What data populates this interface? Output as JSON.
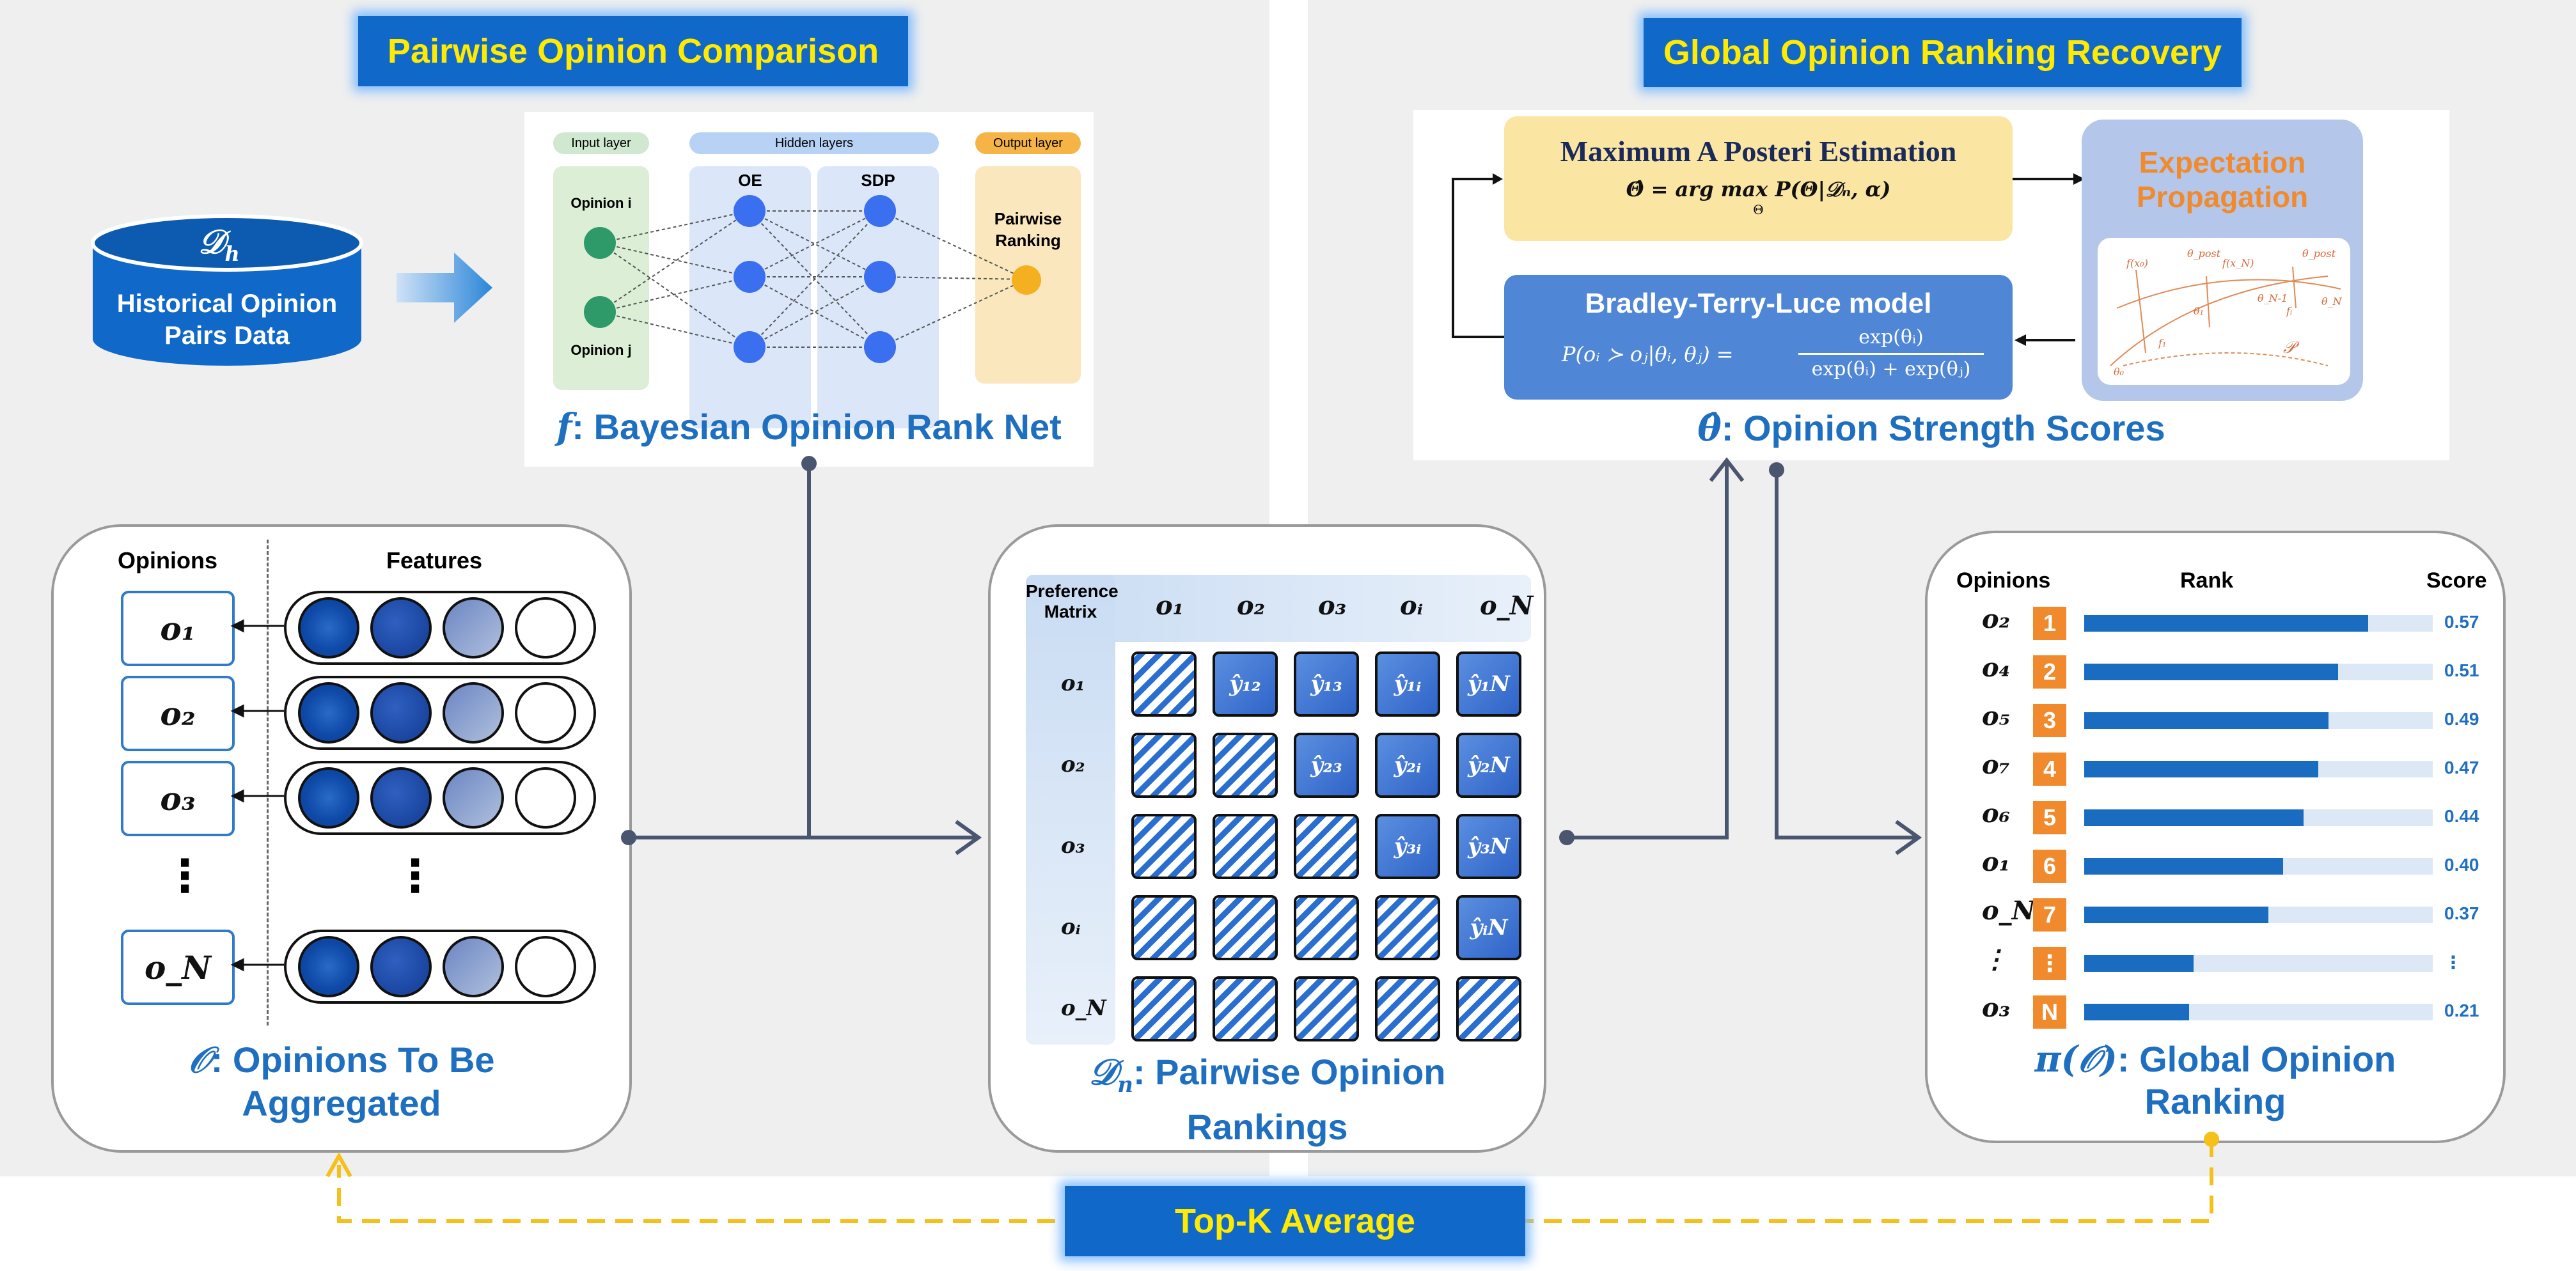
{
  "left_title": "Pairwise Opinion Comparison",
  "right_title": "Global Opinion Ranking Recovery",
  "database": {
    "symbol": "𝒟",
    "subscript": "h",
    "label_line1": "Historical Opinion",
    "label_line2": "Pairs Data"
  },
  "nn": {
    "input_tag": "Input layer",
    "hidden_tag": "Hidden layers",
    "output_tag": "Output layer",
    "oe": "OE",
    "sdp": "SDP",
    "opinion_i": "Opinion i",
    "opinion_j": "Opinion j",
    "output_line1": "Pairwise",
    "output_line2": "Ranking",
    "caption_symbol": "f",
    "caption_text": ": Bayesian Opinion Rank Net"
  },
  "opinions_card": {
    "col1": "Opinions",
    "col2": "Features",
    "items": [
      "o₁",
      "o₂",
      "o₃",
      "o_N"
    ],
    "ellipsis": "⋮",
    "caption_symbol": "𝒪",
    "caption_line1": ": Opinions To Be",
    "caption_line2": "Aggregated"
  },
  "matrix_card": {
    "corner_line1": "Preference",
    "corner_line2": "Matrix",
    "col_headers": [
      "o₁",
      "o₂",
      "o₃",
      "oᵢ",
      "o_N"
    ],
    "row_headers": [
      "o₁",
      "o₂",
      "o₃",
      "oᵢ",
      "o_N"
    ],
    "cells": [
      [
        "",
        "ŷ₁₂",
        "ŷ₁₃",
        "ŷ₁ᵢ",
        "ŷ₁N"
      ],
      [
        "",
        "",
        "ŷ₂₃",
        "ŷ₂ᵢ",
        "ŷ₂N"
      ],
      [
        "",
        "",
        "",
        "ŷ₃ᵢ",
        "ŷ₃N"
      ],
      [
        "",
        "",
        "",
        "",
        "ŷᵢN"
      ],
      [
        "",
        "",
        "",
        "",
        ""
      ]
    ],
    "caption_symbol": "𝒟",
    "caption_sub": "n",
    "caption_line1": ": Pairwise Opinion",
    "caption_line2": "Rankings"
  },
  "estimation": {
    "map_title": "Maximum A Posteri Estimation",
    "map_formula": "Θ̂ = arg max P(Θ|𝒟ₙ, α)",
    "map_under": "Θ",
    "btl_title": "Bradley-Terry-Luce model",
    "btl_lhs": "P(oᵢ ≻ oⱼ|θᵢ, θⱼ) =",
    "btl_num": "exp(θᵢ)",
    "btl_den": "exp(θᵢ) + exp(θⱼ)",
    "ep_line1": "Expectation",
    "ep_line2": "Propagation",
    "ep_diagram_labels": [
      "f(x₀)",
      "f(x_N)",
      "θ_post",
      "θ_post",
      "θ₀",
      "θ₁",
      "θ_N-1",
      "θ_N",
      "f₁",
      "fᵢ",
      "𝒫"
    ],
    "caption_symbol": "θ̂",
    "caption_text": ": Opinion Strength Scores"
  },
  "ranking_card": {
    "col_opinions": "Opinions",
    "col_rank": "Rank",
    "col_score": "Score",
    "rows": [
      {
        "op": "o₂",
        "rank": "1",
        "score": "0.57",
        "value": 0.57
      },
      {
        "op": "o₄",
        "rank": "2",
        "score": "0.51",
        "value": 0.51
      },
      {
        "op": "o₅",
        "rank": "3",
        "score": "0.49",
        "value": 0.49
      },
      {
        "op": "o₇",
        "rank": "4",
        "score": "0.47",
        "value": 0.47
      },
      {
        "op": "o₆",
        "rank": "5",
        "score": "0.44",
        "value": 0.44
      },
      {
        "op": "o₁",
        "rank": "6",
        "score": "0.40",
        "value": 0.4
      },
      {
        "op": "o_N",
        "rank": "7",
        "score": "0.37",
        "value": 0.37
      },
      {
        "op": "⋮",
        "rank": "⋮",
        "score": "⋮",
        "value": 0.22
      },
      {
        "op": "o₃",
        "rank": "N",
        "score": "0.21",
        "value": 0.21
      }
    ],
    "caption_symbol": "π(𝒪)",
    "caption_line1": ": Global Opinion",
    "caption_line2": "Ranking"
  },
  "bottom_box": "Top-K Average",
  "colors": {
    "title_bg": "#1068c8",
    "title_text": "#ffea00",
    "accent_blue": "#1f6fc0",
    "rank_orange": "#f08a2c",
    "dash_yellow": "#f5c01a"
  }
}
